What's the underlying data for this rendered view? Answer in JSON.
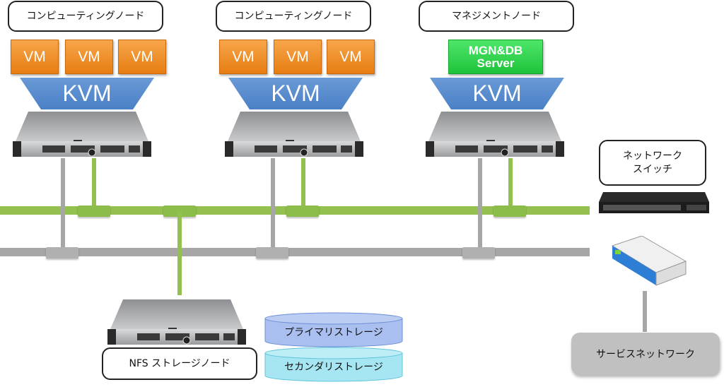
{
  "nodes": {
    "compute1": {
      "label": "コンピューティングノード",
      "vms": [
        "VM",
        "VM",
        "VM"
      ],
      "hypervisor": "KVM"
    },
    "compute2": {
      "label": "コンピューティングノード",
      "vms": [
        "VM",
        "VM",
        "VM"
      ],
      "hypervisor": "KVM"
    },
    "management": {
      "label": "マネジメントノード",
      "server": "MGN&DB Server",
      "server_line1": "MGN&DB",
      "server_line2": "Server",
      "hypervisor": "KVM"
    },
    "switch": {
      "label_line1": "ネットワーク",
      "label_line2": "スイッチ"
    },
    "nfs": {
      "label": "NFS ストレージノード"
    },
    "storage": {
      "primary": "プライマリストレージ",
      "secondary": "セカンダリストレージ"
    },
    "service_network": {
      "label": "サービスネットワーク"
    }
  },
  "colors": {
    "vm": "#ee8a22",
    "mgn_server": "#2bd148",
    "kvm": "#5b8fd0",
    "green_network": "#94c04f",
    "gray_network": "#a6a6a6",
    "primary_storage": "#a9bff0",
    "secondary_storage": "#a6e6f2",
    "service_network": "#c0c0c0"
  }
}
